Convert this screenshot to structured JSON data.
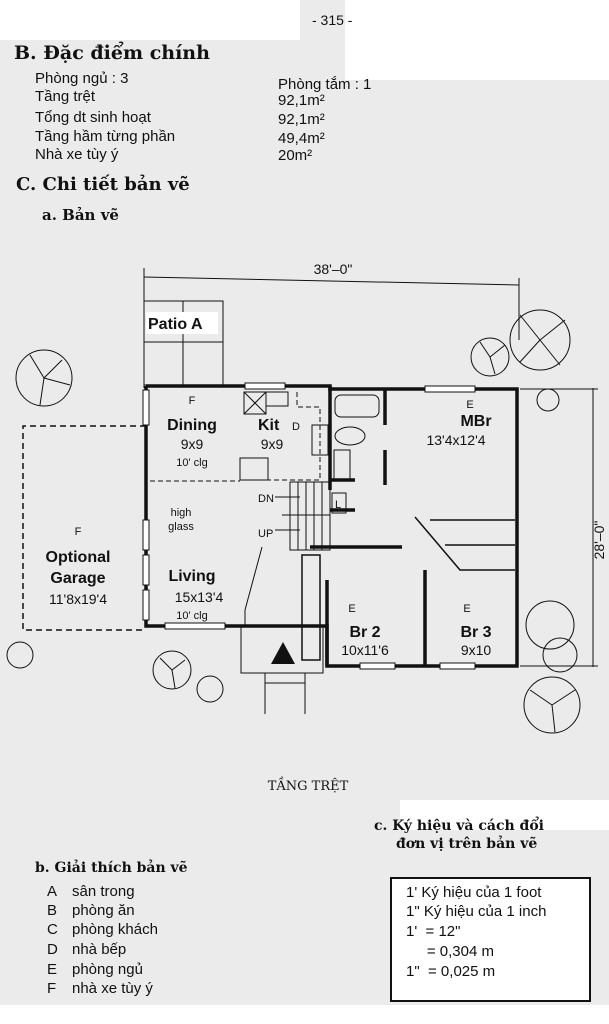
{
  "page_number": "- 315 -",
  "section_b": {
    "title": "B. Đặc điểm chính",
    "rows": [
      {
        "label": "Phòng ngủ : 3",
        "value": "Phòng tắm : 1"
      },
      {
        "label": "Tầng trệt",
        "value": "92,1m²"
      },
      {
        "label": "Tổng dt sinh hoạt",
        "value": "92,1m²"
      },
      {
        "label": "Tầng hầm từng phần",
        "value": "49,4m²"
      },
      {
        "label": "Nhà xe tùy ý",
        "value": "20m²"
      }
    ]
  },
  "section_c": {
    "title": "C. Chi tiết bản vẽ",
    "sub_a": "a. Bản vẽ"
  },
  "plan": {
    "width_dim": "38'–0\"",
    "depth_dim": "28'–0\"",
    "caption": "TẦNG TRỆT",
    "patio": "Patio A",
    "dining": {
      "letter": "F",
      "name": "Dining",
      "size": "9x9",
      "note": "10' clg"
    },
    "kitchen": {
      "name": "Kit",
      "letter": "D",
      "size": "9x9"
    },
    "mbr": {
      "letter": "E",
      "name": "MBr",
      "size": "13'4x12'4"
    },
    "stairs": {
      "down": "DN",
      "up": "UP"
    },
    "laundry": "L",
    "high_glass": [
      "high",
      "glass"
    ],
    "garage": {
      "letter": "F",
      "name1": "Optional",
      "name2": "Garage",
      "size": "11'8x19'4"
    },
    "living": {
      "name": "Living",
      "size": "15x13'4",
      "note": "10' clg"
    },
    "br2": {
      "letter": "E",
      "name": "Br 2",
      "size": "10x11'6"
    },
    "br3": {
      "letter": "E",
      "name": "Br 3",
      "size": "9x10"
    }
  },
  "section_legend": {
    "title": "b. Giải thích bản vẽ",
    "items": [
      {
        "key": "A",
        "text": "sân trong"
      },
      {
        "key": "B",
        "text": "phòng ăn"
      },
      {
        "key": "C",
        "text": "phòng khách"
      },
      {
        "key": "D",
        "text": "nhà bếp"
      },
      {
        "key": "E",
        "text": "phòng ngủ"
      },
      {
        "key": "F",
        "text": "nhà xe tùy ý"
      }
    ]
  },
  "section_units": {
    "title_line1": "c. Ký hiệu và cách đổi",
    "title_line2": "đơn vị trên bản vẽ",
    "lines": [
      "1' Ký hiệu của 1 foot",
      "1\" Ký hiệu của 1 inch",
      "1'  = 12\"",
      "     = 0,304 m",
      "1\"  = 0,025 m"
    ]
  }
}
